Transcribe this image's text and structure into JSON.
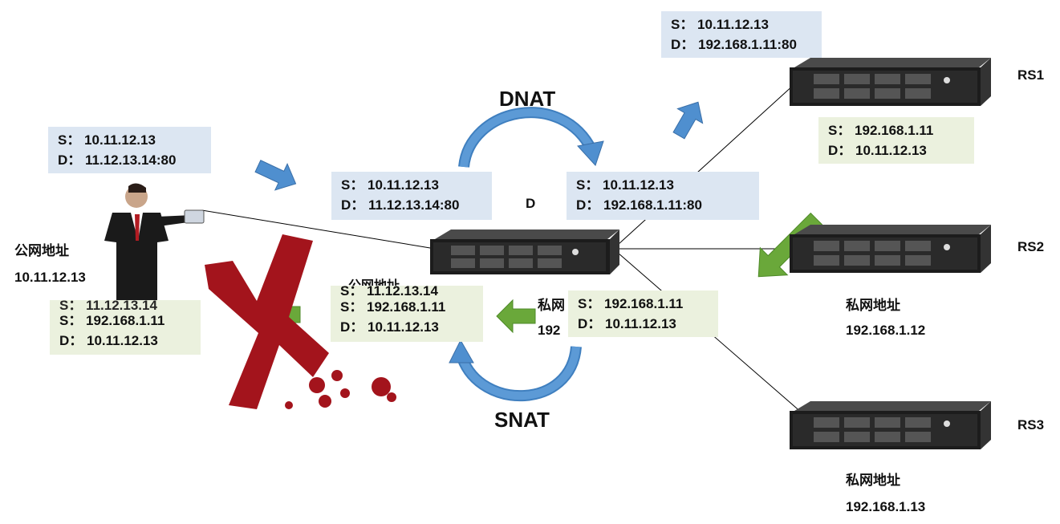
{
  "client": {
    "label_public": "公网地址",
    "ip": "10.11.12.13",
    "request": {
      "s": "S：  10.11.12.13",
      "d": "D：  11.12.13.14:80"
    },
    "reply": {
      "s": "S：  192.168.1.11",
      "d": "D：  10.11.12.13",
      "hidden_top": "S：  11.12.13.14"
    }
  },
  "director": {
    "label": "D",
    "public_label": "公网地址",
    "public_ip_partial": "S：  11.12.13.14",
    "private_label_partial": "私网",
    "private_ip_partial": "192",
    "in_packet": {
      "s": "S：  10.11.12.13",
      "d": "D：  11.12.13.14:80"
    },
    "out_packet": {
      "s": "S：  10.11.12.13",
      "d": "D：  192.168.1.11:80"
    },
    "reply_in": {
      "s": "S：  192.168.1.11",
      "d": "D：  10.11.12.13"
    },
    "reply_out": {
      "s": "S：  192.168.1.11",
      "d": "D：  10.11.12.13"
    }
  },
  "dnat_label": "DNAT",
  "snat_label": "SNAT",
  "rs1": {
    "label": "RS1",
    "request": {
      "s": "S：  10.11.12.13",
      "d": "D：  192.168.1.11:80"
    },
    "reply": {
      "s": "S：  192.168.1.11",
      "d": "D：  10.11.12.13"
    }
  },
  "rs2": {
    "label": "RS2",
    "private_label": "私网地址",
    "ip": "192.168.1.12"
  },
  "rs3": {
    "label": "RS3",
    "private_label": "私网地址",
    "ip": "192.168.1.13"
  },
  "colors": {
    "box_blue": "#dce6f2",
    "box_green": "#ebf1de",
    "arrow_blue": "#4f8fcf",
    "arrow_green": "#6aa83a",
    "cross_red": "#a3141c"
  }
}
